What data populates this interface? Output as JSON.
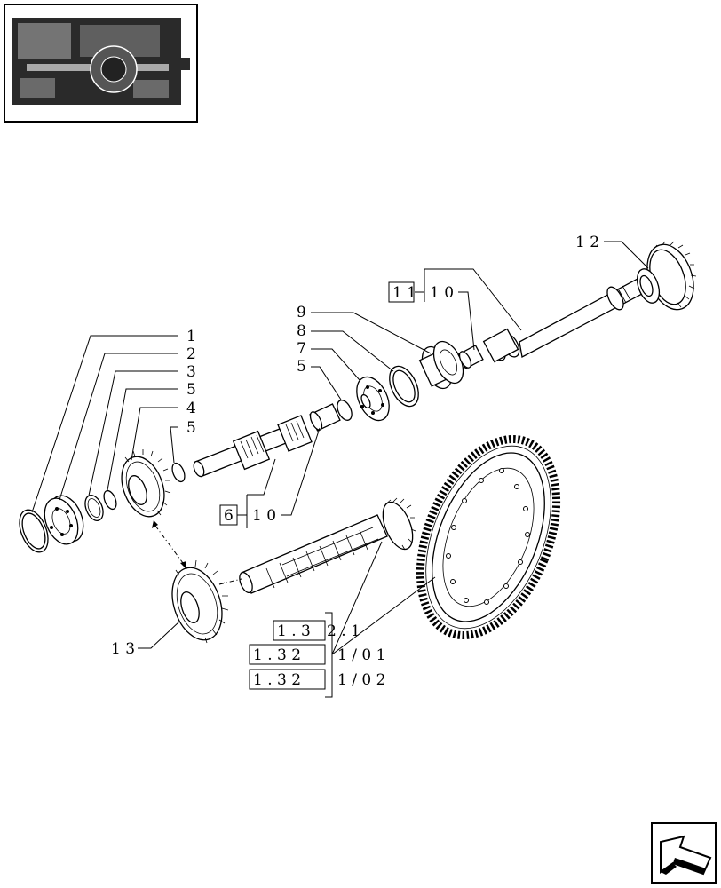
{
  "labels": {
    "p1": "1",
    "p2": "2",
    "p3": "3",
    "p4": "4",
    "p5a": "5",
    "p5b": "5",
    "p5c": "5",
    "p7": "7",
    "p8": "8",
    "p9": "9",
    "p12": "1 2",
    "p13": "1 3",
    "ref11": "1 1",
    "ref11_suffix": "1 0",
    "ref6": "6",
    "ref6_suffix": "1 0",
    "refA_box": "1 . 3",
    "refA_suffix": "2 . 1",
    "refB_box": "1 . 3 2",
    "refB_suffix": "1 / 0 1",
    "refC_box": "1 . 3 2",
    "refC_suffix": "1 / 0 2"
  },
  "icons": {
    "thumbnail": "transmission-thumbnail-icon",
    "nav": "next-page-arrow-icon"
  }
}
